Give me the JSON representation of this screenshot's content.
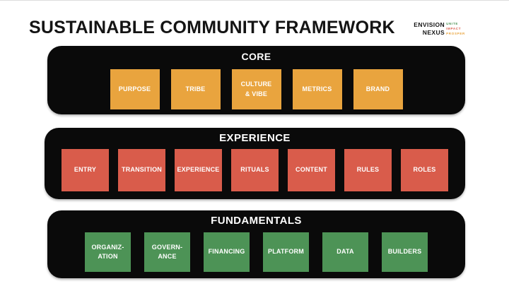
{
  "page": {
    "title": "SUSTAINABLE COMMUNITY FRAMEWORK"
  },
  "logo": {
    "line1": "ENVISION",
    "line2": "NEXUS",
    "tags": [
      {
        "label": "UNITE",
        "color": "#4D9356"
      },
      {
        "label": "IMPACT",
        "color": "#D95C4B"
      },
      {
        "label": "PROSPER",
        "color": "#E9A43E"
      }
    ]
  },
  "colors": {
    "core_box": "#E9A43E",
    "experience_box": "#D95C4B",
    "fundamentals_box": "#4D9356",
    "section_background": "#0A0A0A",
    "box_text": "#FFFFFF",
    "title_text": "#141414"
  },
  "sections": [
    {
      "title": "CORE",
      "box_color": "#E9A43E",
      "items": [
        "PURPOSE",
        "TRIBE",
        "CULTURE\n& VIBE",
        "METRICS",
        "BRAND"
      ]
    },
    {
      "title": "EXPERIENCE",
      "box_color": "#D95C4B",
      "items": [
        "ENTRY",
        "TRANSITION",
        "EXPERIENCE",
        "RITUALS",
        "CONTENT",
        "RULES",
        "ROLES"
      ]
    },
    {
      "title": "FUNDAMENTALS",
      "box_color": "#4D9356",
      "items": [
        "ORGANIZ-\nATION",
        "GOVERN-\nANCE",
        "FINANCING",
        "PLATFORM",
        "DATA",
        "BUILDERS"
      ]
    }
  ]
}
